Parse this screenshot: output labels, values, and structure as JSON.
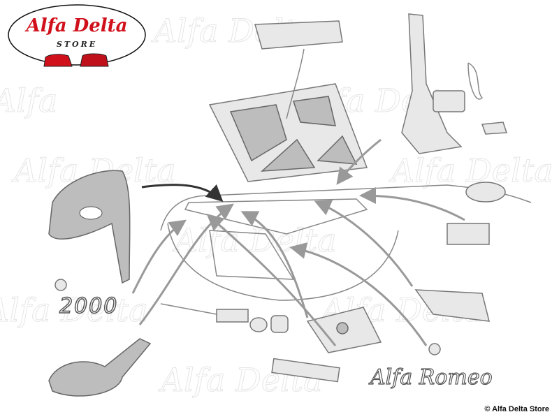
{
  "logo": {
    "brand": "Alfa Delta",
    "subtitle": "STORE",
    "colors": {
      "brand_red": "#d0101a",
      "outline": "#111111"
    }
  },
  "watermark": "Alfa Delta",
  "badges": {
    "model_badge": "2000",
    "script_badge": "Alfa Romeo"
  },
  "copyright": "© Alfa Delta Store"
}
